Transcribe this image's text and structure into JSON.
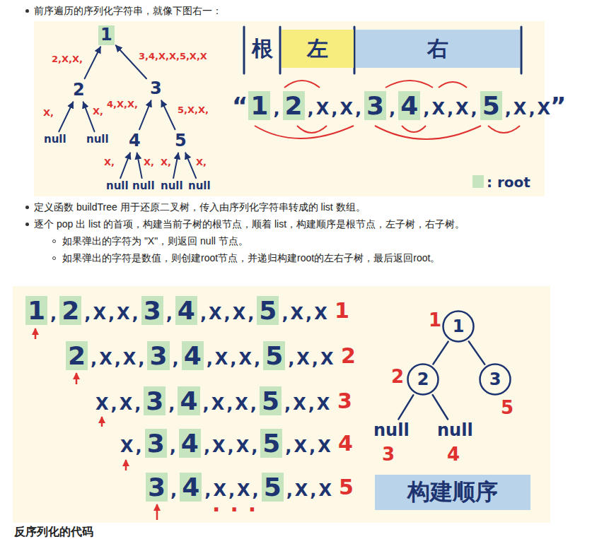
{
  "diagram": {
    "nodes": [
      {
        "text": [
          "1"
        ]
      },
      {
        "text": [
          "2"
        ]
      },
      {
        "text": [
          "3"
        ]
      },
      {
        "text": [
          "null"
        ]
      },
      {
        "text": [
          "null"
        ]
      },
      {
        "text": [
          "4"
        ]
      },
      {
        "text": [
          "5"
        ]
      },
      {
        "text": [
          "null"
        ]
      },
      {
        "text": [
          "null"
        ]
      },
      {
        "text": [
          "null"
        ]
      },
      {
        "text": [
          "null"
        ]
      },
      {
        "text": [
          "根"
        ]
      },
      {
        "text": [
          "左"
        ]
      },
      {
        "text": [
          "右"
        ]
      },
      {
        "text": [
          "1"
        ]
      },
      {
        "text": [
          "2"
        ]
      },
      {
        "text": [
          "3"
        ]
      },
      {
        "text": [
          "null"
        ]
      },
      {
        "text": [
          "null"
        ]
      },
      {
        "text": [
          "构建顺序"
        ]
      }
    ],
    "edges": [
      {
        "from": 1,
        "to": 0,
        "arrow": "to",
        "label": "2,X,X,"
      },
      {
        "from": 2,
        "to": 0,
        "arrow": "to",
        "label": "3,4,X,X,5,X,X"
      },
      {
        "from": 3,
        "to": 1,
        "arrow": "to",
        "label": "X,"
      },
      {
        "from": 4,
        "to": 1,
        "arrow": "to",
        "label": "X,"
      },
      {
        "from": 5,
        "to": 2,
        "arrow": "to",
        "label": "4,X,X,"
      },
      {
        "from": 6,
        "to": 2,
        "arrow": "to",
        "label": "5,X,X,"
      },
      {
        "from": 7,
        "to": 5,
        "arrow": "to",
        "label": "X,"
      },
      {
        "from": 8,
        "to": 5,
        "arrow": "to",
        "label": "X,"
      },
      {
        "from": 9,
        "to": 6,
        "arrow": "to",
        "label": "X,"
      },
      {
        "from": 10,
        "to": 6,
        "arrow": "to",
        "label": "X,"
      },
      {
        "from": 14,
        "to": 15,
        "arrow": "none"
      },
      {
        "from": 14,
        "to": 16,
        "arrow": "none"
      },
      {
        "from": 15,
        "to": 17,
        "arrow": "none"
      },
      {
        "from": 15,
        "to": 18,
        "arrow": "none"
      }
    ],
    "labels": [
      "前序遍历的序列化字符串，就像下图右一：",
      "“1,2,X,X,3,4,X,X,5,X,X”",
      "定义函数 buildTree 用于还原二叉树，传入由序列化字符串转成的 list 数组。",
      "逐个 pop 出 list 的首项，构建当前子树的根节点，顺着 list，构建顺序是根节点，左子树，右子树。",
      "如果弹出的字符为 \"X\"，则返回 null 节点。",
      "如果弹出的字符是数值，则创建root节点，并递归构建root的左右子树，最后返回root。",
      "1,2,X,X,3,4,X,X,5,X,X",
      "1",
      "2,X,X,3,4,X,X,5,X,X",
      "2",
      "X,X,3,4,X,X,5,X,X",
      "3",
      "X,3,4,X,X,5,X,X",
      "4",
      "3,4,X,X,5,X,X",
      "5",
      "...",
      "1",
      "2",
      "5",
      "3",
      "4",
      "反序列化的代码"
    ],
    "legend": [
      {
        "text": ": root",
        "color": "#c6e5bf"
      }
    ]
  }
}
